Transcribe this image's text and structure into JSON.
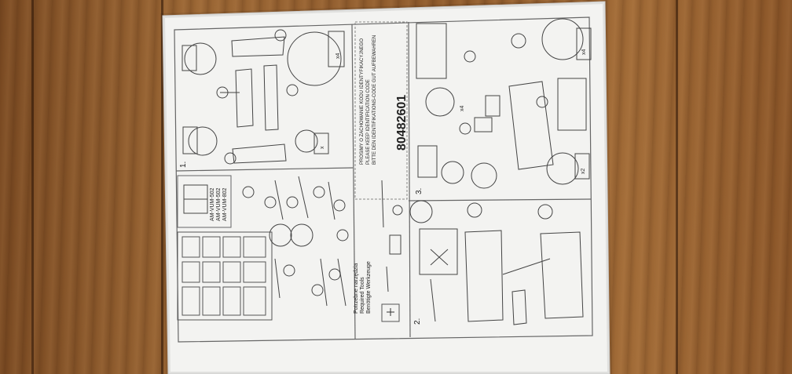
{
  "photo": {
    "subject": "furniture-assembly-instruction-sheet-on-wooden-floor",
    "colors": {
      "wood_dark": "#7a4a22",
      "wood_light": "#a06a36",
      "paper": "#f4f4f2",
      "ink": "#333333"
    }
  },
  "sheet": {
    "models": [
      "AM-VUM-502",
      "AM-VUM-502",
      "AM-VUM-802"
    ],
    "tools_heading": [
      "Potrzebne narzędzia",
      "Required Tools",
      "Benötigte Werkzeuge"
    ],
    "id_notice": [
      "PROSIMY O ZACHOWANIE KODU IDENTYFIKACYJNEGO",
      "PLEASE KEEP IDENTIFICATION CODE",
      "BITTE DEN IDENTIFIKATIONS-CODE GUT AUFBEWAHREN"
    ],
    "id_code": "80482601",
    "step_numbers": [
      "1.",
      "2.",
      "3."
    ],
    "quantities": [
      "x4",
      "x4",
      "x4",
      "x2",
      "x"
    ]
  }
}
